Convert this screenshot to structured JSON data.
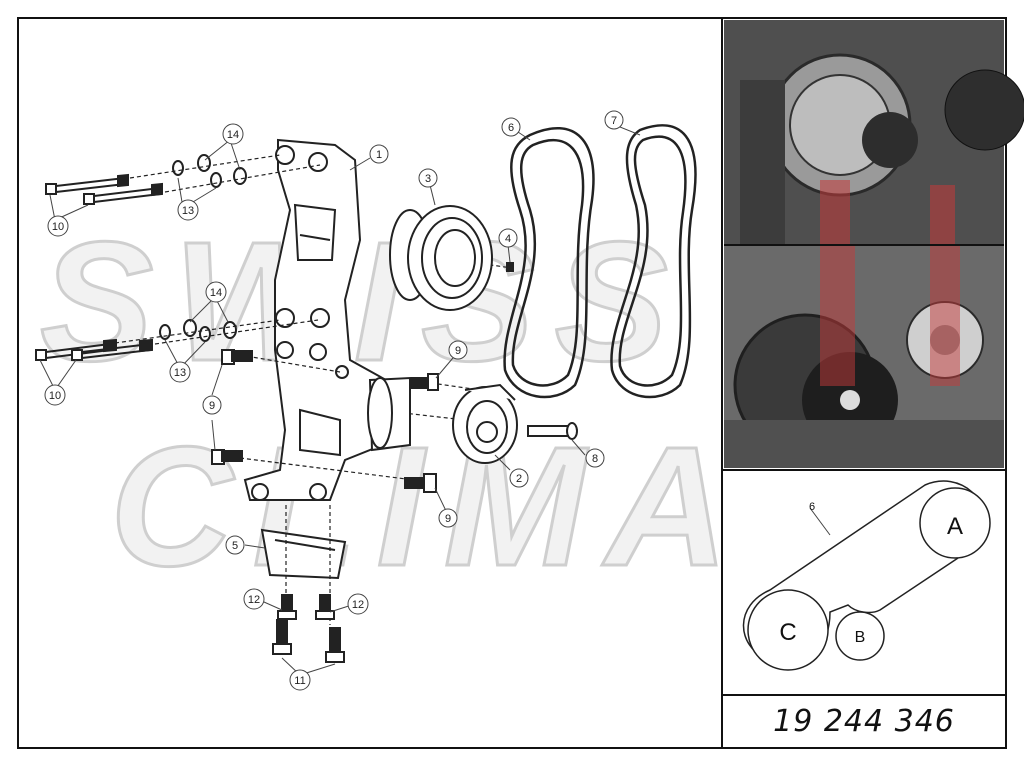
{
  "watermark": {
    "line1": "SWISS",
    "line2": "CLIMA",
    "color": "#e7e7e7"
  },
  "colors": {
    "line": "#222222",
    "photo_bg": "#5b5b5b",
    "photo_red": "#c43a3a"
  },
  "callouts": [
    {
      "id": "c1",
      "text": "1"
    },
    {
      "id": "c2",
      "text": "2"
    },
    {
      "id": "c3",
      "text": "3"
    },
    {
      "id": "c4",
      "text": "4"
    },
    {
      "id": "c5",
      "text": "5"
    },
    {
      "id": "c6",
      "text": "6"
    },
    {
      "id": "c7",
      "text": "7"
    },
    {
      "id": "c8",
      "text": "8"
    },
    {
      "id": "c9a",
      "text": "9"
    },
    {
      "id": "c9b",
      "text": "9"
    },
    {
      "id": "c9c",
      "text": "9"
    },
    {
      "id": "c10a",
      "text": "10"
    },
    {
      "id": "c10b",
      "text": "10"
    },
    {
      "id": "c11",
      "text": "11"
    },
    {
      "id": "c12a",
      "text": "12"
    },
    {
      "id": "c12b",
      "text": "12"
    },
    {
      "id": "c13a",
      "text": "13"
    },
    {
      "id": "c13b",
      "text": "13"
    },
    {
      "id": "c14a",
      "text": "14"
    },
    {
      "id": "c14b",
      "text": "14"
    }
  ],
  "belt_diagram": {
    "belt_label": "6",
    "pulley_a": "A",
    "pulley_b": "B",
    "pulley_c": "C"
  },
  "part_number": "19 244 346"
}
